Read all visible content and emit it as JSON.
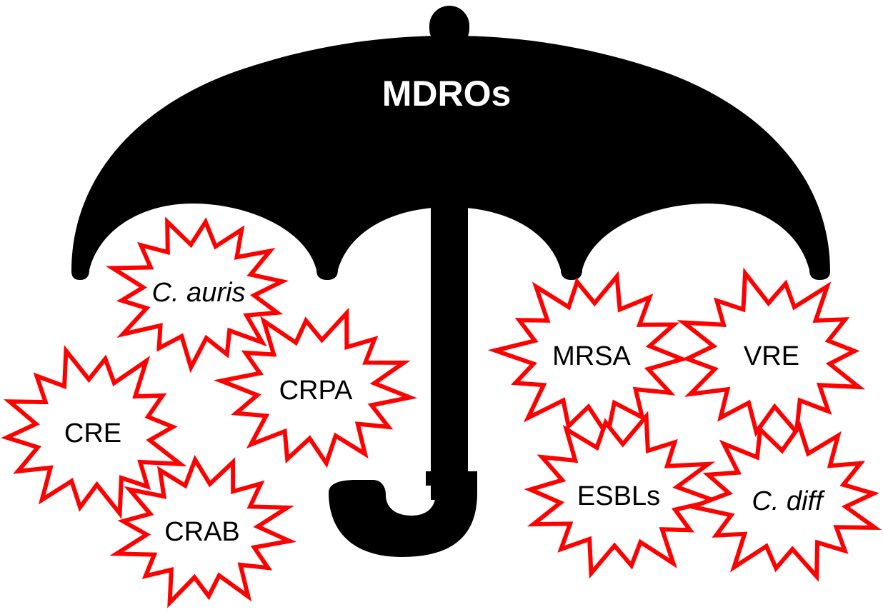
{
  "title": "MDROs",
  "colors": {
    "umbrella": "#000000",
    "burst_stroke": "#ff0000",
    "burst_fill": "#ffffff",
    "title_text": "#ffffff",
    "label_text": "#000000"
  },
  "organisms": [
    {
      "id": "c-auris",
      "label": "C. auris",
      "italic": true
    },
    {
      "id": "crpa",
      "label": "CRPA",
      "italic": false
    },
    {
      "id": "cre",
      "label": "CRE",
      "italic": false
    },
    {
      "id": "crab",
      "label": "CRAB",
      "italic": false
    },
    {
      "id": "mrsa",
      "label": "MRSA",
      "italic": false
    },
    {
      "id": "vre",
      "label": "VRE",
      "italic": false
    },
    {
      "id": "esbls",
      "label": "ESBLs",
      "italic": false
    },
    {
      "id": "c-diff",
      "label": "C. diff",
      "italic": true
    }
  ]
}
